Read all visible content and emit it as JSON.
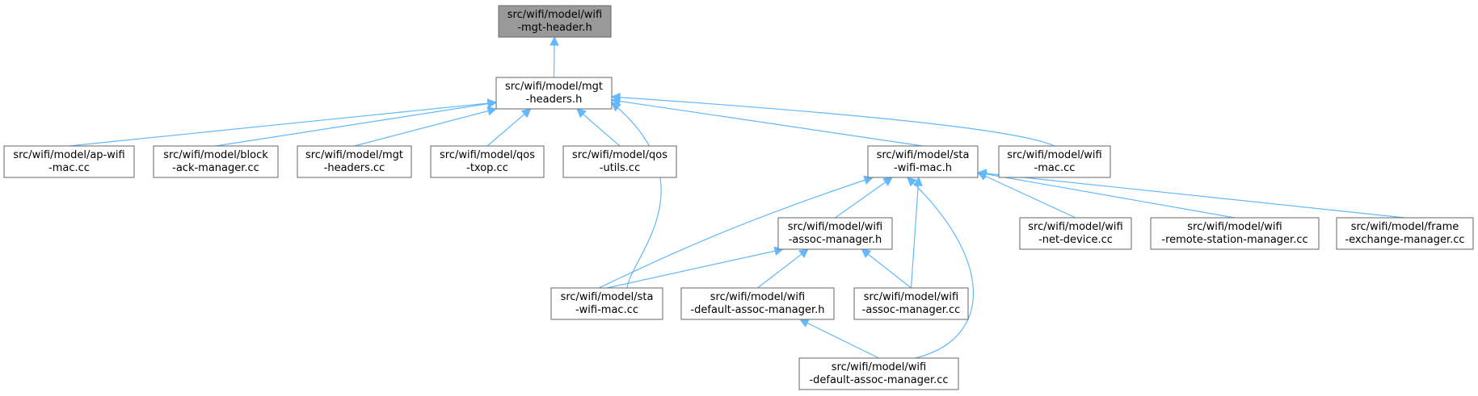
{
  "graph": {
    "nodes": [
      {
        "id": "wifi-mgt-header-h",
        "lines": [
          "src/wifi/model/wifi",
          "-mgt-header.h"
        ],
        "highlight": true
      },
      {
        "id": "mgt-headers-h",
        "lines": [
          "src/wifi/model/mgt",
          "-headers.h"
        ]
      },
      {
        "id": "ap-wifi-mac-cc",
        "lines": [
          "src/wifi/model/ap-wifi",
          "-mac.cc"
        ]
      },
      {
        "id": "block-ack-manager-cc",
        "lines": [
          "src/wifi/model/block",
          "-ack-manager.cc"
        ]
      },
      {
        "id": "mgt-headers-cc",
        "lines": [
          "src/wifi/model/mgt",
          "-headers.cc"
        ]
      },
      {
        "id": "qos-txop-cc",
        "lines": [
          "src/wifi/model/qos",
          "-txop.cc"
        ]
      },
      {
        "id": "qos-utils-cc",
        "lines": [
          "src/wifi/model/qos",
          "-utils.cc"
        ]
      },
      {
        "id": "sta-wifi-mac-h",
        "lines": [
          "src/wifi/model/sta",
          "-wifi-mac.h"
        ]
      },
      {
        "id": "wifi-mac-cc",
        "lines": [
          "src/wifi/model/wifi",
          "-mac.cc"
        ]
      },
      {
        "id": "wifi-assoc-manager-h",
        "lines": [
          "src/wifi/model/wifi",
          "-assoc-manager.h"
        ]
      },
      {
        "id": "wifi-net-device-cc",
        "lines": [
          "src/wifi/model/wifi",
          "-net-device.cc"
        ]
      },
      {
        "id": "wifi-remote-station-manager-cc",
        "lines": [
          "src/wifi/model/wifi",
          "-remote-station-manager.cc"
        ]
      },
      {
        "id": "frame-exchange-manager-cc",
        "lines": [
          "src/wifi/model/frame",
          "-exchange-manager.cc"
        ]
      },
      {
        "id": "sta-wifi-mac-cc",
        "lines": [
          "src/wifi/model/sta",
          "-wifi-mac.cc"
        ]
      },
      {
        "id": "wifi-default-assoc-manager-h",
        "lines": [
          "src/wifi/model/wifi",
          "-default-assoc-manager.h"
        ]
      },
      {
        "id": "wifi-assoc-manager-cc",
        "lines": [
          "src/wifi/model/wifi",
          "-assoc-manager.cc"
        ]
      },
      {
        "id": "wifi-default-assoc-manager-cc",
        "lines": [
          "src/wifi/model/wifi",
          "-default-assoc-manager.cc"
        ]
      }
    ],
    "edges": [
      {
        "from": "mgt-headers-h",
        "to": "wifi-mgt-header-h"
      },
      {
        "from": "ap-wifi-mac-cc",
        "to": "mgt-headers-h"
      },
      {
        "from": "block-ack-manager-cc",
        "to": "mgt-headers-h"
      },
      {
        "from": "mgt-headers-cc",
        "to": "mgt-headers-h"
      },
      {
        "from": "qos-txop-cc",
        "to": "mgt-headers-h"
      },
      {
        "from": "qos-utils-cc",
        "to": "mgt-headers-h"
      },
      {
        "from": "sta-wifi-mac-h",
        "to": "mgt-headers-h"
      },
      {
        "from": "wifi-mac-cc",
        "to": "mgt-headers-h"
      },
      {
        "from": "sta-wifi-mac-cc",
        "to": "mgt-headers-h"
      },
      {
        "from": "wifi-assoc-manager-h",
        "to": "sta-wifi-mac-h"
      },
      {
        "from": "sta-wifi-mac-cc",
        "to": "sta-wifi-mac-h"
      },
      {
        "from": "wifi-assoc-manager-cc",
        "to": "sta-wifi-mac-h"
      },
      {
        "from": "wifi-default-assoc-manager-cc",
        "to": "sta-wifi-mac-h"
      },
      {
        "from": "wifi-net-device-cc",
        "to": "sta-wifi-mac-h"
      },
      {
        "from": "wifi-remote-station-manager-cc",
        "to": "sta-wifi-mac-h"
      },
      {
        "from": "frame-exchange-manager-cc",
        "to": "sta-wifi-mac-h"
      },
      {
        "from": "sta-wifi-mac-cc",
        "to": "wifi-assoc-manager-h"
      },
      {
        "from": "wifi-default-assoc-manager-h",
        "to": "wifi-assoc-manager-h"
      },
      {
        "from": "wifi-assoc-manager-cc",
        "to": "wifi-assoc-manager-h"
      },
      {
        "from": "wifi-default-assoc-manager-cc",
        "to": "wifi-default-assoc-manager-h"
      }
    ]
  },
  "colors": {
    "edge": "#63b8ff",
    "node_border": "#666666",
    "root_fill": "#999999",
    "node_fill": "#ffffff"
  }
}
